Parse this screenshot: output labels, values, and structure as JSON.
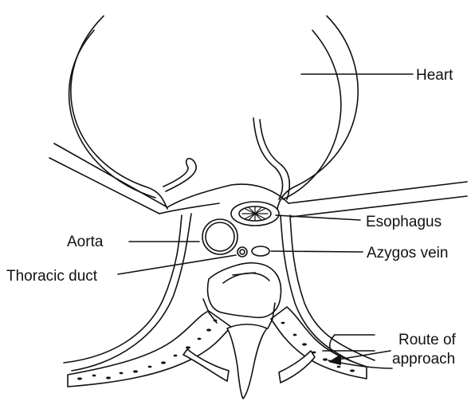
{
  "labels": {
    "heart": "Heart",
    "esophagus": "Esophagus",
    "aorta": "Aorta",
    "azygos": "Azygos vein",
    "thoracic_duct": "Thoracic duct",
    "route_line1": "Route of",
    "route_line2": "approach"
  },
  "colors": {
    "line": "#111111",
    "background": "#ffffff"
  }
}
